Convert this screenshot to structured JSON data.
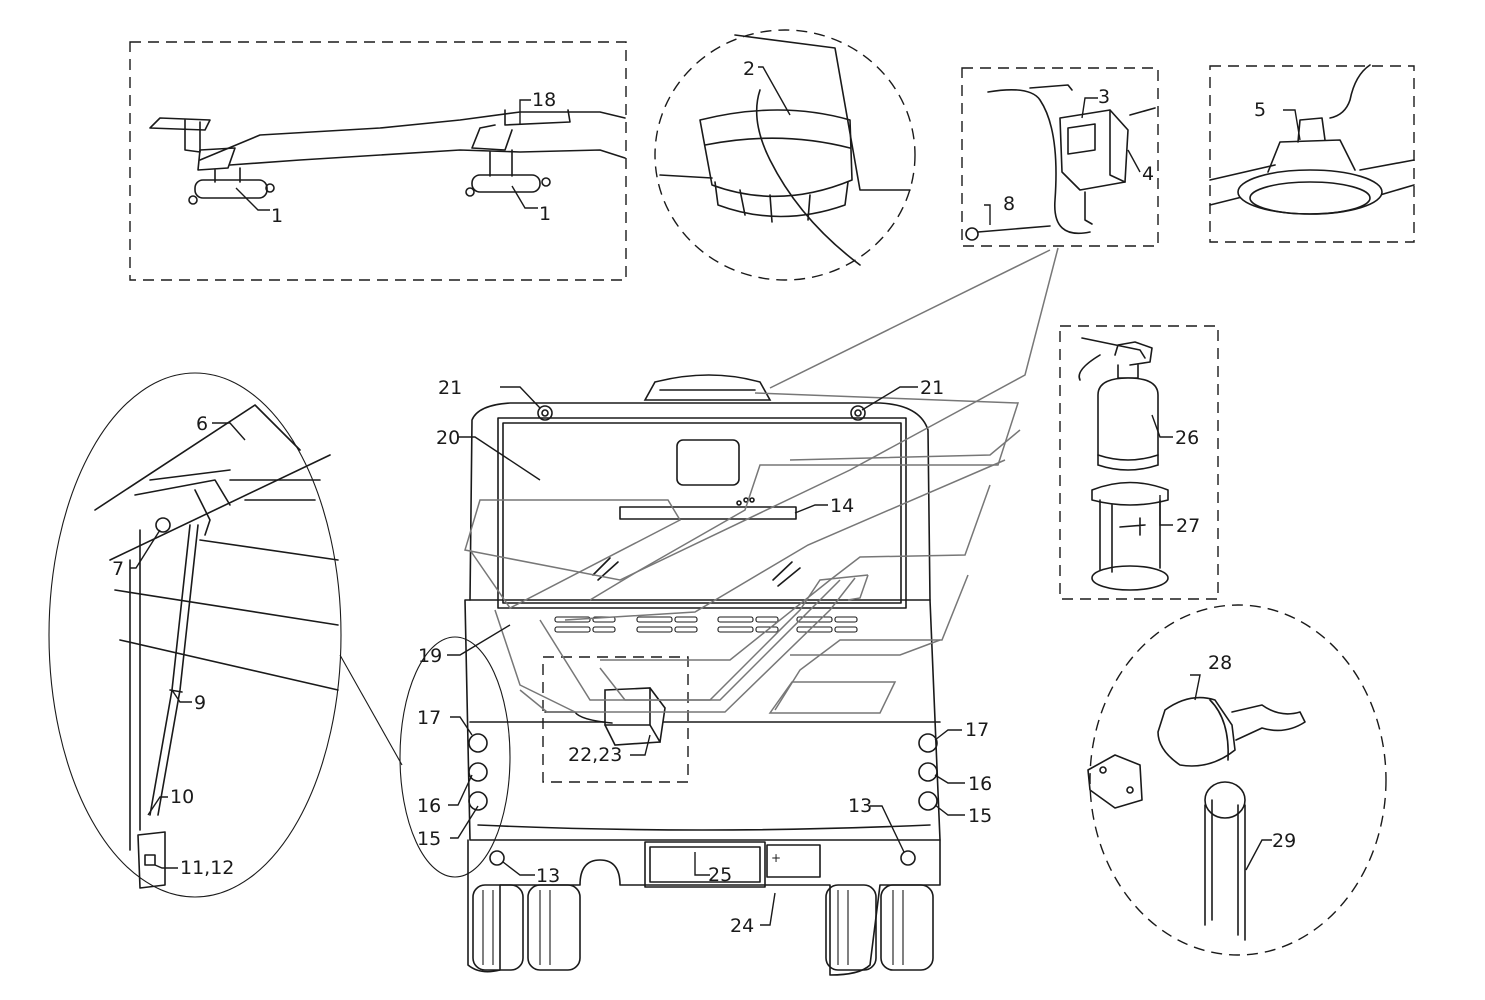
{
  "labels": {
    "l1a": "1",
    "l1b": "1",
    "l2": "2",
    "l3": "3",
    "l4": "4",
    "l5": "5",
    "l6": "6",
    "l7": "7",
    "l8": "8",
    "l9": "9",
    "l10": "10",
    "l11": "11,12",
    "l13a": "13",
    "l13b": "13",
    "l14": "14",
    "l15a": "15",
    "l15b": "15",
    "l16a": "16",
    "l16b": "16",
    "l17a": "17",
    "l17b": "17",
    "l18": "18",
    "l19": "19",
    "l20": "20",
    "l21a": "21",
    "l21b": "21",
    "l22": "22,23",
    "l24": "24",
    "l25": "25",
    "l26": "26",
    "l27": "27",
    "l28": "28",
    "l29": "29"
  },
  "plate_symbol": "+"
}
